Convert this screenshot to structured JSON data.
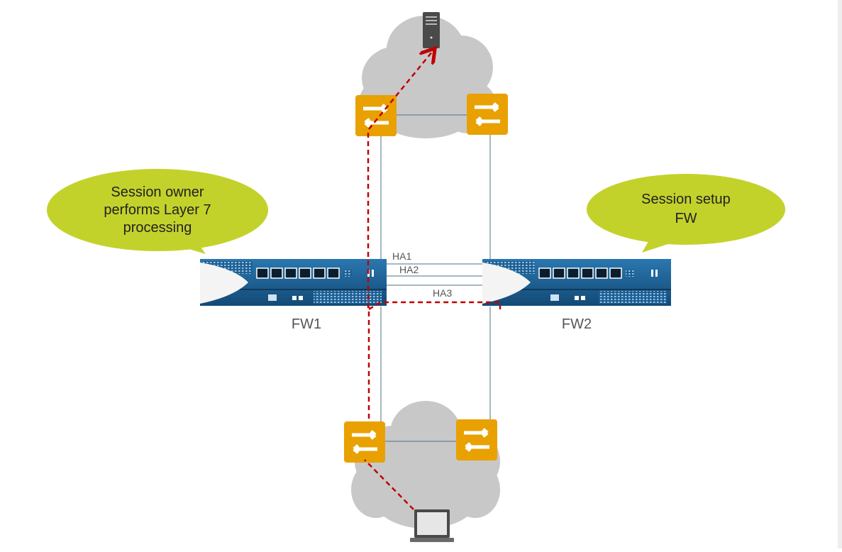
{
  "callouts": {
    "fw1_note": [
      "Session owner",
      "performs Layer 7",
      "processing"
    ],
    "fw2_note": [
      "Session setup",
      "FW"
    ]
  },
  "firewalls": {
    "fw1_label": "FW1",
    "fw2_label": "FW2"
  },
  "ha_links": {
    "ha1": "HA1",
    "ha2": "HA2",
    "ha3": "HA3"
  },
  "colors": {
    "callout": "#c3d22b",
    "cloud": "#c8c8c8",
    "switch": "#e8a100",
    "firewall_body": "#1d5f93",
    "packet_path": "#c00000",
    "link": "#4f6f86"
  }
}
